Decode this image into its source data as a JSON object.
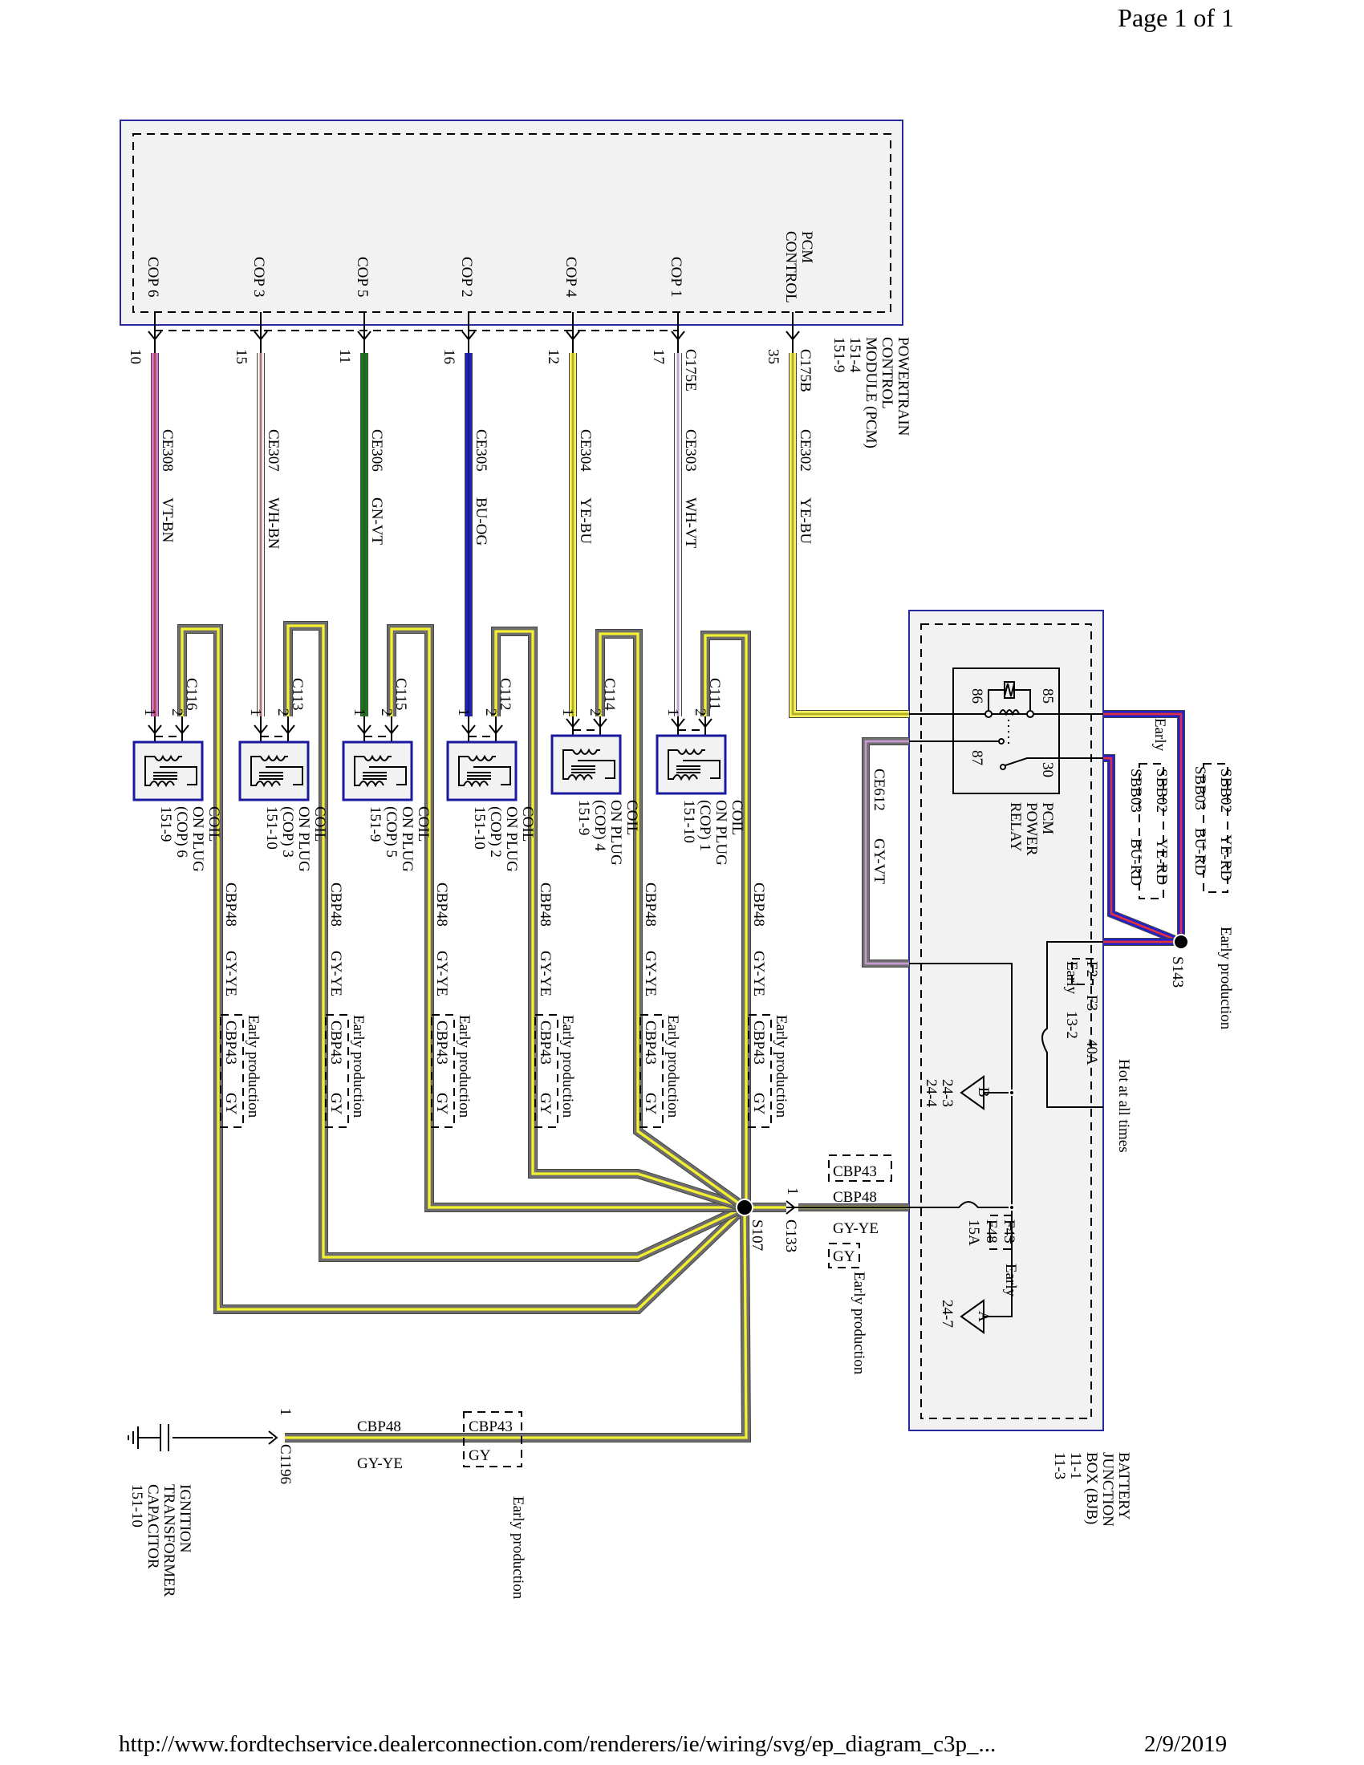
{
  "header": {
    "page": "Page 1 of 1"
  },
  "footer": {
    "url": "http://www.fordtechservice.dealerconnection.com/renderers/ie/wiring/svg/ep_diagram_c3p_...",
    "date": "2/9/2019"
  },
  "colors": {
    "module_fill": "#f2f2f2",
    "module_border": "#2a2aa0",
    "VT-BN": [
      "#e070d0",
      "#a05050"
    ],
    "WH-BN": [
      "#f6f0f0",
      "#b07070"
    ],
    "GN-VT": [
      "#1a7a1a",
      "#2a5a2a"
    ],
    "BU-OG": [
      "#2222c0",
      "#1a1a80"
    ],
    "YE-BU": [
      "#f4f060",
      "#b0b020"
    ],
    "WH-VT": [
      "#f8f4fa",
      "#c0a0d0"
    ],
    "GY-YE": [
      "#6e6e6e",
      "#f4f030"
    ],
    "GY-VT": [
      "#707070",
      "#c898d0"
    ],
    "BU-RD": [
      "#2222c8",
      "#e03040"
    ]
  },
  "pcm": {
    "name": [
      "POWERTRAIN",
      "CONTROL",
      "MODULE (PCM)",
      "151-4",
      "151-9"
    ],
    "control": {
      "label": [
        "PCM",
        "CONTROL"
      ],
      "pin": "35",
      "connector": "C175B",
      "circuit": "CE302",
      "color": "YE-BU"
    },
    "connector_e": "C175E",
    "pins": [
      {
        "label": "COP 6",
        "pin": "10",
        "circuit": "CE308",
        "color": "VT-BN"
      },
      {
        "label": "COP 3",
        "pin": "15",
        "circuit": "CE307",
        "color": "WH-BN"
      },
      {
        "label": "COP 5",
        "pin": "11",
        "circuit": "CE306",
        "color": "GN-VT"
      },
      {
        "label": "COP 2",
        "pin": "16",
        "circuit": "CE305",
        "color": "BU-OG"
      },
      {
        "label": "COP 4",
        "pin": "12",
        "circuit": "CE304",
        "color": "YE-BU"
      },
      {
        "label": "COP 1",
        "pin": "17",
        "circuit": "CE303",
        "color": "WH-VT"
      }
    ]
  },
  "coils": [
    {
      "connector": "C116",
      "pin1": "1",
      "pin2": "2",
      "name": [
        "COIL",
        "ON PLUG",
        "(COP) 6",
        "151-9"
      ]
    },
    {
      "connector": "C113",
      "pin1": "1",
      "pin2": "2",
      "name": [
        "COIL",
        "ON PLUG",
        "(COP) 3",
        "151-10"
      ]
    },
    {
      "connector": "C115",
      "pin1": "1",
      "pin2": "2",
      "name": [
        "COIL",
        "ON PLUG",
        "(COP) 5",
        "151-9"
      ]
    },
    {
      "connector": "C112",
      "pin1": "1",
      "pin2": "2",
      "name": [
        "COIL",
        "ON PLUG",
        "(COP) 2",
        "151-10"
      ]
    },
    {
      "connector": "C114",
      "pin1": "1",
      "pin2": "2",
      "name": [
        "COIL",
        "ON PLUG",
        "(COP) 4",
        "151-9"
      ]
    },
    {
      "connector": "C111",
      "pin1": "1",
      "pin2": "2",
      "name": [
        "COIL",
        "ON PLUG",
        "(COP) 1",
        "151-10"
      ]
    }
  ],
  "ground": {
    "circuit": "CBP48",
    "color": "GY-YE",
    "early_circuit": "CBP43",
    "early_color": "GY",
    "early_note": "Early production"
  },
  "splice_s107": "S107",
  "c133": {
    "connector": "C133",
    "pin": "1",
    "circuit": "CBP48",
    "color": "GY-YE",
    "early_circuit": "CBP43",
    "early_color": "GY",
    "early_note": "Early production"
  },
  "bjb": {
    "name": [
      "BATTERY",
      "JUNCTION",
      "BOX (BJB)",
      "11-1",
      "11-3"
    ],
    "relay": {
      "pin86": "86",
      "pin85": "85",
      "pin87": "87",
      "pin30": "30",
      "name": [
        "PCM",
        "POWER",
        "RELAY"
      ]
    },
    "ce612": {
      "circuit": "CE612",
      "color": "GY-VT"
    },
    "sbb_outer": {
      "circuit": "SBB03",
      "color": "BU-RD",
      "early_circuit": "SBB02",
      "early_color": "YE-RD",
      "early_note": "Early production"
    },
    "sbb_inner": {
      "circuit": "SBB03",
      "color": "BU-RD",
      "early_circuit": "SBB02",
      "early_color": "YE-RD",
      "early": "Early"
    },
    "splice_s143": "S143",
    "fuse_f3": {
      "early_id": "F2",
      "id": "F3",
      "rating": "40A",
      "early": "Early",
      "ref": "13-2"
    },
    "hot": "Hot at all times",
    "ref_b": {
      "letter": "B",
      "refs": [
        "24-3",
        "24-4"
      ]
    },
    "fuse_f48": {
      "early_id": "F43",
      "id": "F48",
      "rating": "15A",
      "early": "Early"
    },
    "ref_a": {
      "letter": "A",
      "ref": "24-7"
    }
  },
  "capacitor": {
    "name": [
      "IGNITION",
      "TRANSFORMER",
      "CAPACITOR",
      "151-10"
    ],
    "connector": "C1196",
    "pin": "1",
    "circuit": "CBP48",
    "color": "GY-YE",
    "early_circuit": "CBP43",
    "early_color": "GY",
    "early_note": "Early production"
  }
}
